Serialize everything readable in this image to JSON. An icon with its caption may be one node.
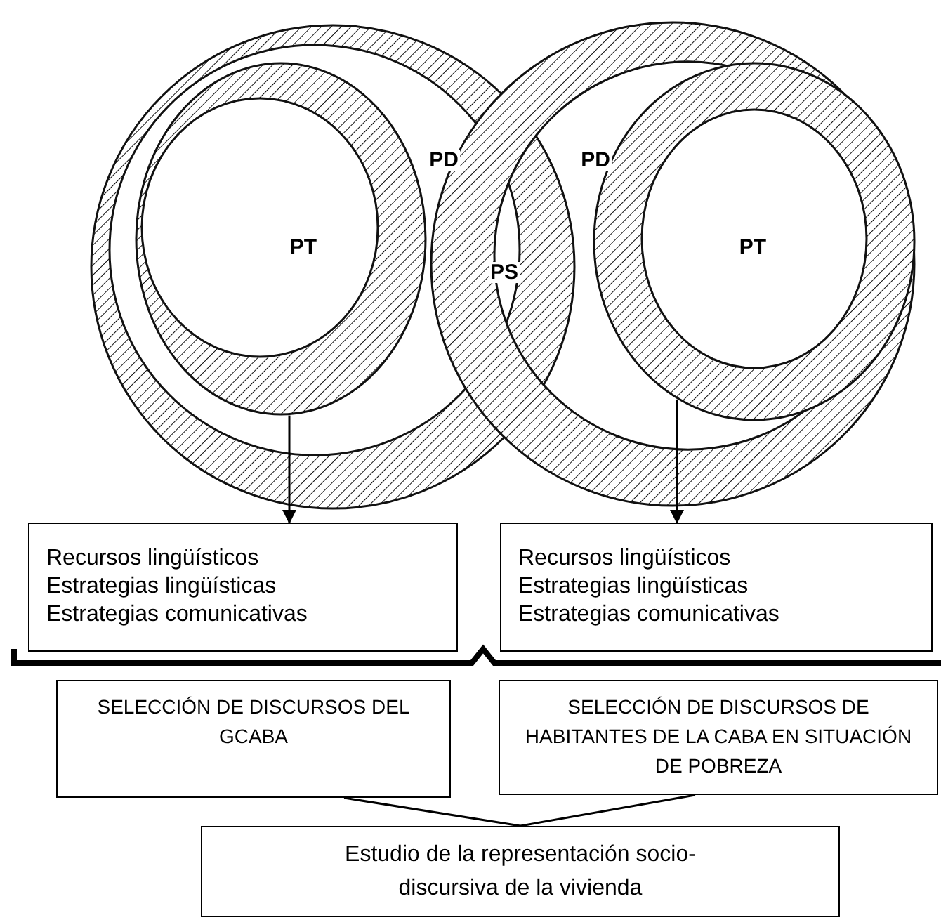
{
  "diagram": {
    "nodes": [
      {
        "text": [
          "PT"
        ]
      },
      {
        "text": [
          "PT"
        ]
      },
      {
        "text": [
          "Recursos lingüísticos",
          "Estrategias lingüísticas",
          "Estrategias comunicativas"
        ]
      },
      {
        "text": [
          "Recursos lingüísticos",
          "Estrategias lingüísticas",
          "Estrategias comunicativas"
        ]
      },
      {
        "text": [
          "SELECCIÓN DE DISCURSOS DEL GCABA"
        ]
      },
      {
        "text": [
          "SELECCIÓN DE DISCURSOS DE HABITANTES DE LA CABA EN SITUACIÓN DE POBREZA"
        ]
      },
      {
        "text": [
          "Estudio de la representación socio-discursiva de la vivienda"
        ]
      }
    ],
    "edges": [
      {
        "from": 0,
        "to": 2,
        "arrow": "to"
      },
      {
        "from": 1,
        "to": 3,
        "arrow": "to"
      },
      {
        "from": 4,
        "to": 6,
        "arrow": "none"
      },
      {
        "from": 5,
        "to": 6,
        "arrow": "none"
      }
    ],
    "labels": [
      "PD",
      "PD",
      "PS"
    ]
  }
}
